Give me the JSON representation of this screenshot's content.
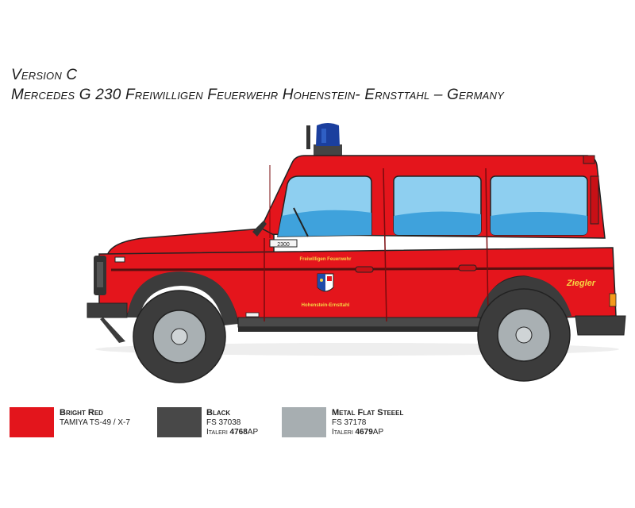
{
  "header": {
    "version": "Version C",
    "subtitle": "Mercedes G 230 Freiwilligen Feuerwehr Hohenstein- Ernsttahl – Germany"
  },
  "vehicle": {
    "plate_text": "2300",
    "door_text_top": "Freiwilligen Feuerwehr",
    "door_text_bottom": "Hohenstein-Ernsttahl",
    "rear_logo": "Ziegler",
    "colors": {
      "body": "#e4151c",
      "tire": "#3c3c3c",
      "glass": "#8ecff0",
      "glass_dark": "#3fa2dc",
      "beacon": "#1b3f9e",
      "wheel": "#a9b0b3"
    }
  },
  "paints": [
    {
      "name": "Bright Red",
      "line1": "TAMIYA TS-49 / X-7",
      "brand": "",
      "code": "",
      "suffix": "",
      "color": "#e3151c"
    },
    {
      "name": "Black",
      "line1": "FS 37038",
      "brand": "Italeri",
      "code": "4768",
      "suffix": "AP",
      "color": "#484848"
    },
    {
      "name": "Metal Flat Steeel",
      "line1": "FS 37178",
      "brand": "Italeri",
      "code": "4679",
      "suffix": "AP",
      "color": "#a7aeb1"
    }
  ]
}
